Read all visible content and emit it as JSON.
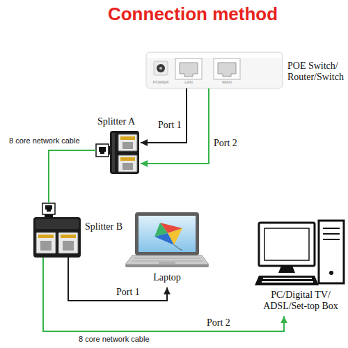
{
  "diagram": {
    "title": "Connection method",
    "nodes": [
      {
        "text": [
          "POE Switch/ Router/Switch"
        ]
      },
      {
        "text": [
          "Splitter A"
        ]
      },
      {
        "text": [
          "Splitter B"
        ]
      },
      {
        "text": [
          "Laptop"
        ]
      },
      {
        "text": [
          "PC/Digital TV/ ADSL/Set-top Box"
        ]
      }
    ],
    "edges": [
      {
        "from": 0,
        "to": 1,
        "label": "Port 1",
        "arrow": "to"
      },
      {
        "from": 0,
        "to": 1,
        "label": "Port 2",
        "arrow": "to"
      },
      {
        "from": 1,
        "to": 2,
        "label": "8 core network cable",
        "arrow": "none"
      },
      {
        "from": 2,
        "to": 3,
        "label": "Port 1",
        "arrow": "to"
      },
      {
        "from": 2,
        "to": 4,
        "label": "Port 2",
        "arrow": "to"
      }
    ],
    "labels": [
      "POWER",
      "LAN",
      "WAN",
      "8 core network cable"
    ]
  }
}
